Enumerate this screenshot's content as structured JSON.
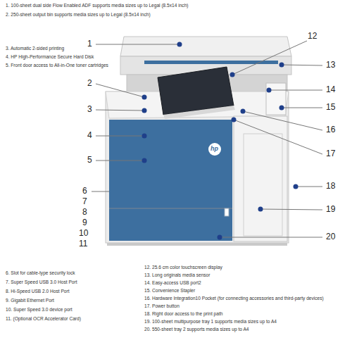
{
  "diagram": {
    "labels": [
      "1. 100-sheet dual side Flow Enabled ADF supports media sizes up to Legal (8.5x14 inch)",
      "2. 250-sheet output bin supports media sizes up to Legal (8.5x14 inch)",
      "3. Automatic 2-sided printing",
      "4. HP High-Performance Secure Hard Disk",
      "5. Front door access to All-in-One toner cartridges",
      "1",
      "12",
      "13",
      "2",
      "14",
      "3",
      "15",
      "16",
      "4",
      "17",
      "5",
      "18",
      "6",
      "7",
      "8",
      "9",
      "10",
      "11",
      "19",
      "20",
      "hp",
      "6. Slot for cable-type security lock",
      "7. Super Speed USB 3.0 Host Port",
      "8. Hi-Speed USB 2.0 Host Port",
      "9. Gigabit Ethernet Port",
      "10. Super Speed 3.0 device port",
      "11. (Optional OCR Accelerator Card)",
      "12. 25.6 cm color touchscreen display",
      "13. Long originals media sensor",
      "14. Easy-access USB port2",
      "15. Convenience Stapler",
      "16. Hardware Integration10 Pocket (for connecting accessories and third-party devices)",
      "17. Power button",
      "18. Right door access to the print path",
      "19. 100-sheet multipurpose tray 1 supports media sizes up to A4",
      "20. 550-sheet tray 2 supports media sizes up to A4"
    ]
  }
}
